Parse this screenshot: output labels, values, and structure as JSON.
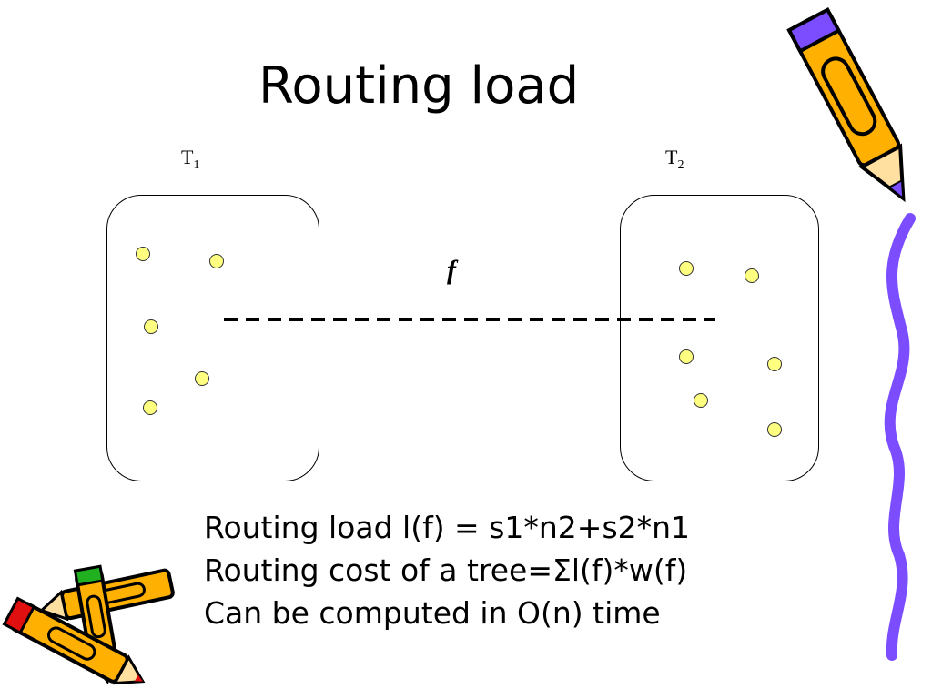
{
  "slide": {
    "title": "Routing load"
  },
  "trees": [
    {
      "name": "T",
      "subscript": "1",
      "node_count": 5
    },
    {
      "name": "T",
      "subscript": "2",
      "node_count": 6
    }
  ],
  "edge": {
    "label": "f",
    "style": "dashed"
  },
  "formulas": [
    "Routing load l(f) = s1*n2+s2*n1",
    "Routing cost of a tree=Σl(f)*w(f)",
    "Can be computed in O(n) time"
  ],
  "colors": {
    "node_fill": "#ffff80",
    "pencil_body": "#ffb000",
    "pencil_tip": "#7b4dff",
    "scribble": "#7b4dff",
    "eraser_red": "#e01010",
    "eraser_green": "#20b020"
  },
  "decorations": [
    "pencil-icon",
    "purple-scribble-icon",
    "crossed-pencils-icon"
  ]
}
